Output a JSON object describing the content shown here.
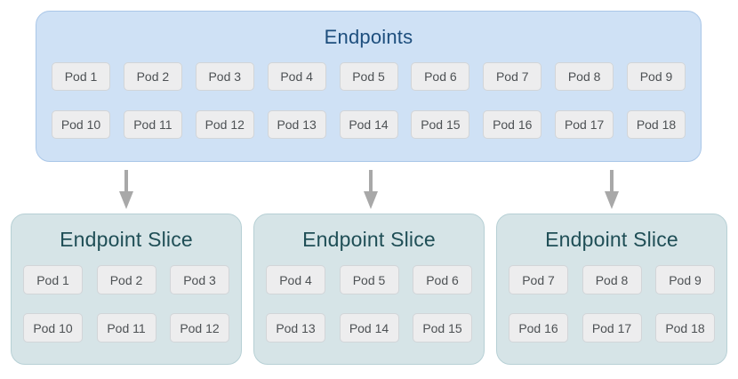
{
  "colors": {
    "page_bg": "#ffffff",
    "endpoints_fill": "#cfe1f5",
    "endpoints_border": "#aac7e8",
    "endpoints_title": "#1d4e7d",
    "slice_fill": "#d6e4e7",
    "slice_border": "#b7d0d5",
    "slice_title": "#1f4e56",
    "pod_fill": "#ededee",
    "pod_border": "#d2d5d8",
    "pod_text": "#4d5154",
    "arrow": "#a8a8a8"
  },
  "endpoints": {
    "title": "Endpoints",
    "pods_row1": [
      "Pod 1",
      "Pod 2",
      "Pod 3",
      "Pod 4",
      "Pod 5",
      "Pod 6",
      "Pod 7",
      "Pod 8",
      "Pod 9"
    ],
    "pods_row2": [
      "Pod 10",
      "Pod 11",
      "Pod 12",
      "Pod 13",
      "Pod 14",
      "Pod 15",
      "Pod 16",
      "Pod 17",
      "Pod 18"
    ]
  },
  "slices": [
    {
      "title": "Endpoint Slice",
      "pods_row1": [
        "Pod 1",
        "Pod 2",
        "Pod 3"
      ],
      "pods_row2": [
        "Pod 10",
        "Pod 11",
        "Pod 12"
      ]
    },
    {
      "title": "Endpoint Slice",
      "pods_row1": [
        "Pod 4",
        "Pod 5",
        "Pod 6"
      ],
      "pods_row2": [
        "Pod 13",
        "Pod 14",
        "Pod 15"
      ]
    },
    {
      "title": "Endpoint Slice",
      "pods_row1": [
        "Pod 7",
        "Pod 8",
        "Pod 9"
      ],
      "pods_row2": [
        "Pod 16",
        "Pod 17",
        "Pod 18"
      ]
    }
  ]
}
